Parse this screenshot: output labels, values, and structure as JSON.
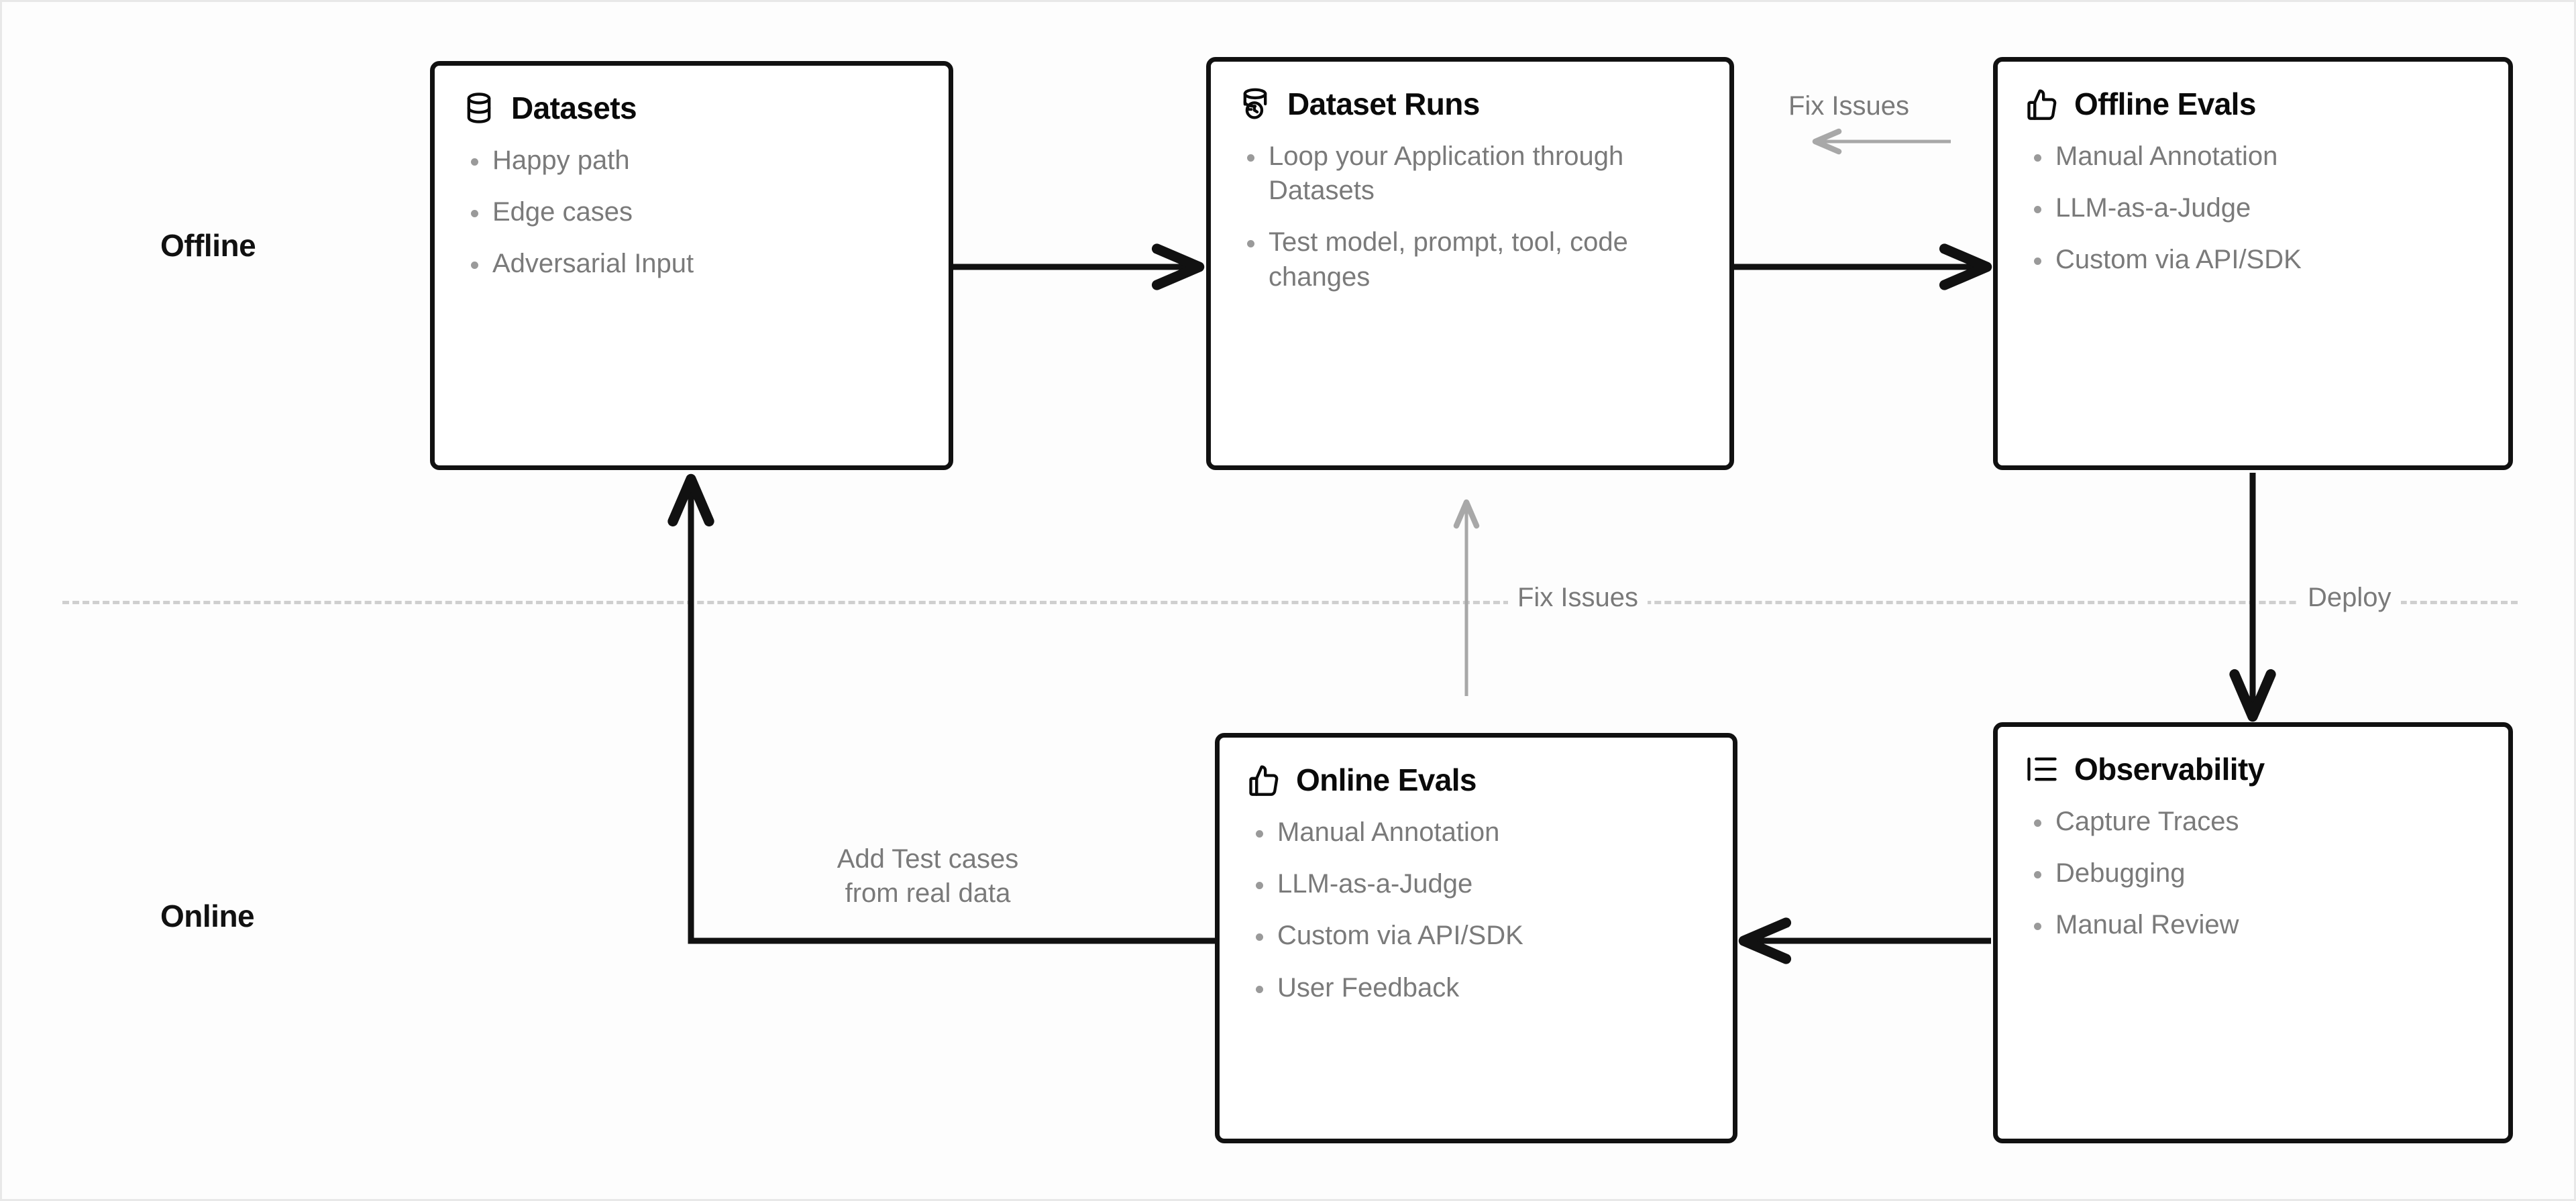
{
  "sections": {
    "offline_label": "Offline",
    "online_label": "Online"
  },
  "nodes": {
    "datasets": {
      "title": "Datasets",
      "icon": "database-icon",
      "items": [
        "Happy path",
        "Edge cases",
        "Adversarial Input"
      ]
    },
    "dataset_runs": {
      "title": "Dataset Runs",
      "icon": "database-refresh-icon",
      "items": [
        "Loop your Application through Datasets",
        "Test model, prompt, tool, code changes"
      ]
    },
    "offline_evals": {
      "title": "Offline Evals",
      "icon": "thumbs-up-icon",
      "items": [
        "Manual Annotation",
        "LLM-as-a-Judge",
        "Custom via API/SDK"
      ]
    },
    "online_evals": {
      "title": "Online Evals",
      "icon": "thumbs-up-icon",
      "items": [
        "Manual Annotation",
        "LLM-as-a-Judge",
        "Custom via API/SDK",
        "User Feedback"
      ]
    },
    "observability": {
      "title": "Observability",
      "icon": "list-indent-icon",
      "items": [
        "Capture Traces",
        "Debugging",
        "Manual Review"
      ]
    }
  },
  "edges": {
    "fix_issues_top": "Fix Issues",
    "fix_issues_middle": "Fix Issues",
    "deploy": "Deploy",
    "add_test_cases_line1": "Add Test cases",
    "add_test_cases_line2": "from real data"
  },
  "colors": {
    "node_border": "#111111",
    "node_title": "#0a0a0a",
    "bullet_text": "#7a7a7a",
    "bullet_dot": "#9a9a9a",
    "strong_connector": "#111111",
    "weak_connector": "#a8a8a8",
    "divider": "#cfcfcf",
    "canvas": "#fdfdfd"
  }
}
